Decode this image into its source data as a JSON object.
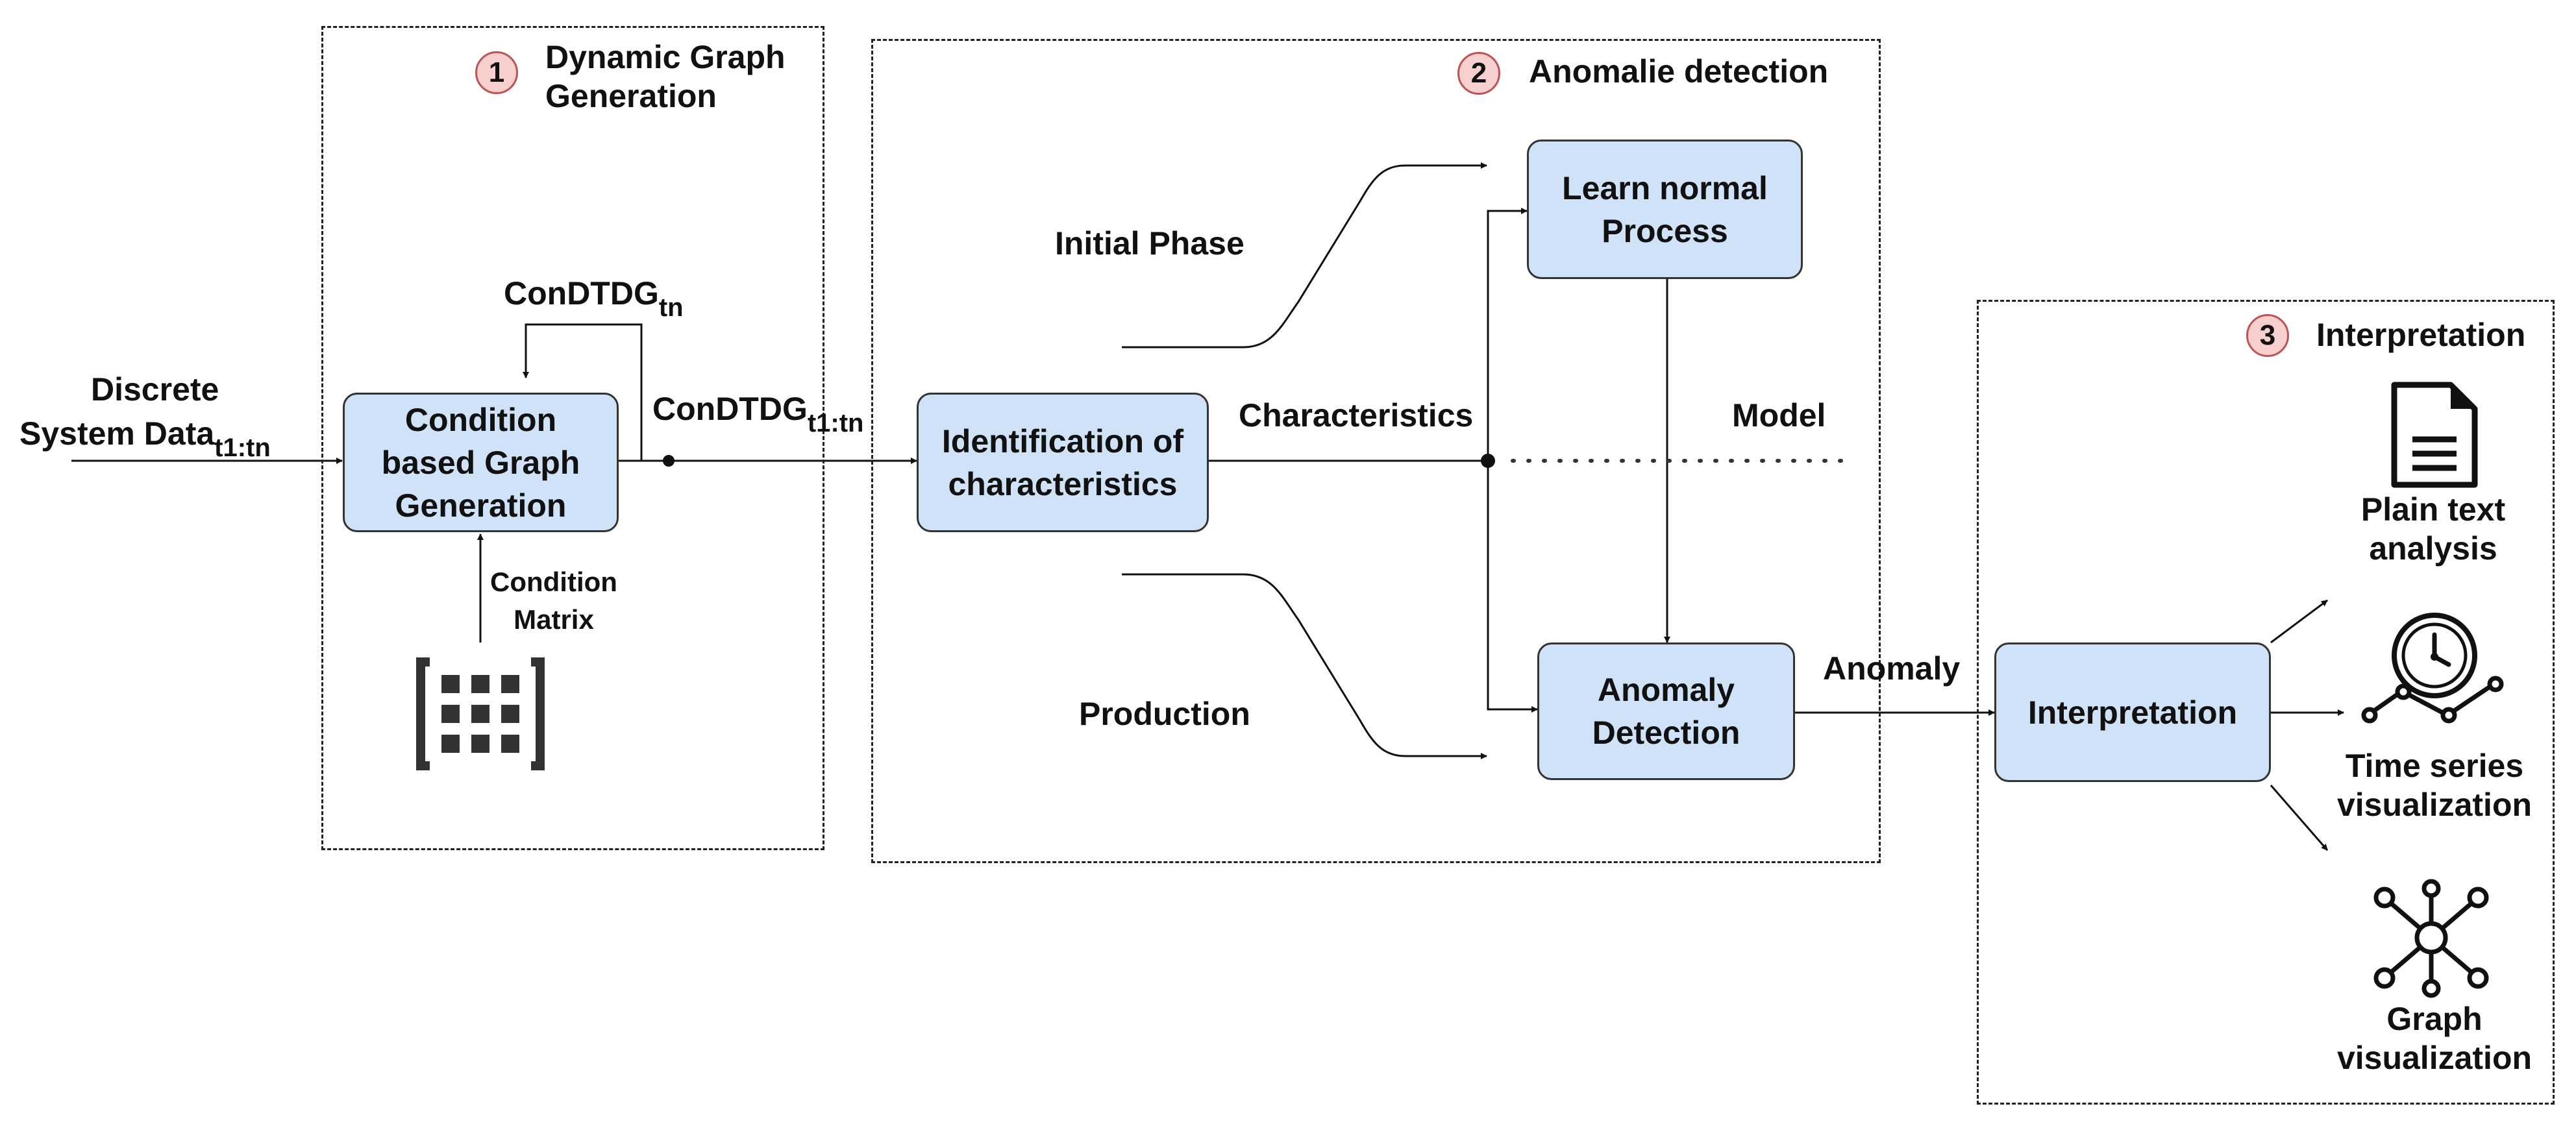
{
  "sections": [
    {
      "number": "1",
      "title": "Dynamic Graph\nGeneration"
    },
    {
      "number": "2",
      "title": "Anomalie detection"
    },
    {
      "number": "3",
      "title": "Interpretation"
    }
  ],
  "input": {
    "label": "Discrete",
    "label2": "System Data",
    "subscript": "t1:tn"
  },
  "nodes": {
    "graph_generation": "Condition\nbased Graph\nGeneration",
    "identification": "Identification of\ncharacteristics",
    "learn_normal": "Learn normal\nProcess",
    "anomaly_detection": "Anomaly\nDetection",
    "interpretation": "Interpretation"
  },
  "edges": {
    "feedback_label": "ConDTDG",
    "feedback_sub": "tn",
    "output_label": "ConDTDG",
    "output_sub": "t1:tn",
    "condition_matrix": "Condition\nMatrix",
    "characteristics": "Characteristics",
    "model": "Model",
    "initial_phase": "Initial Phase",
    "production": "Production",
    "anomaly": "Anomaly"
  },
  "outputs": {
    "plain_text": "Plain text\nanalysis",
    "time_series": "Time series\nvisualization",
    "graph": "Graph\nvisualization"
  },
  "icons": [
    "matrix-icon",
    "document-icon",
    "clock-icon",
    "trend-line-icon",
    "graph-network-icon"
  ]
}
